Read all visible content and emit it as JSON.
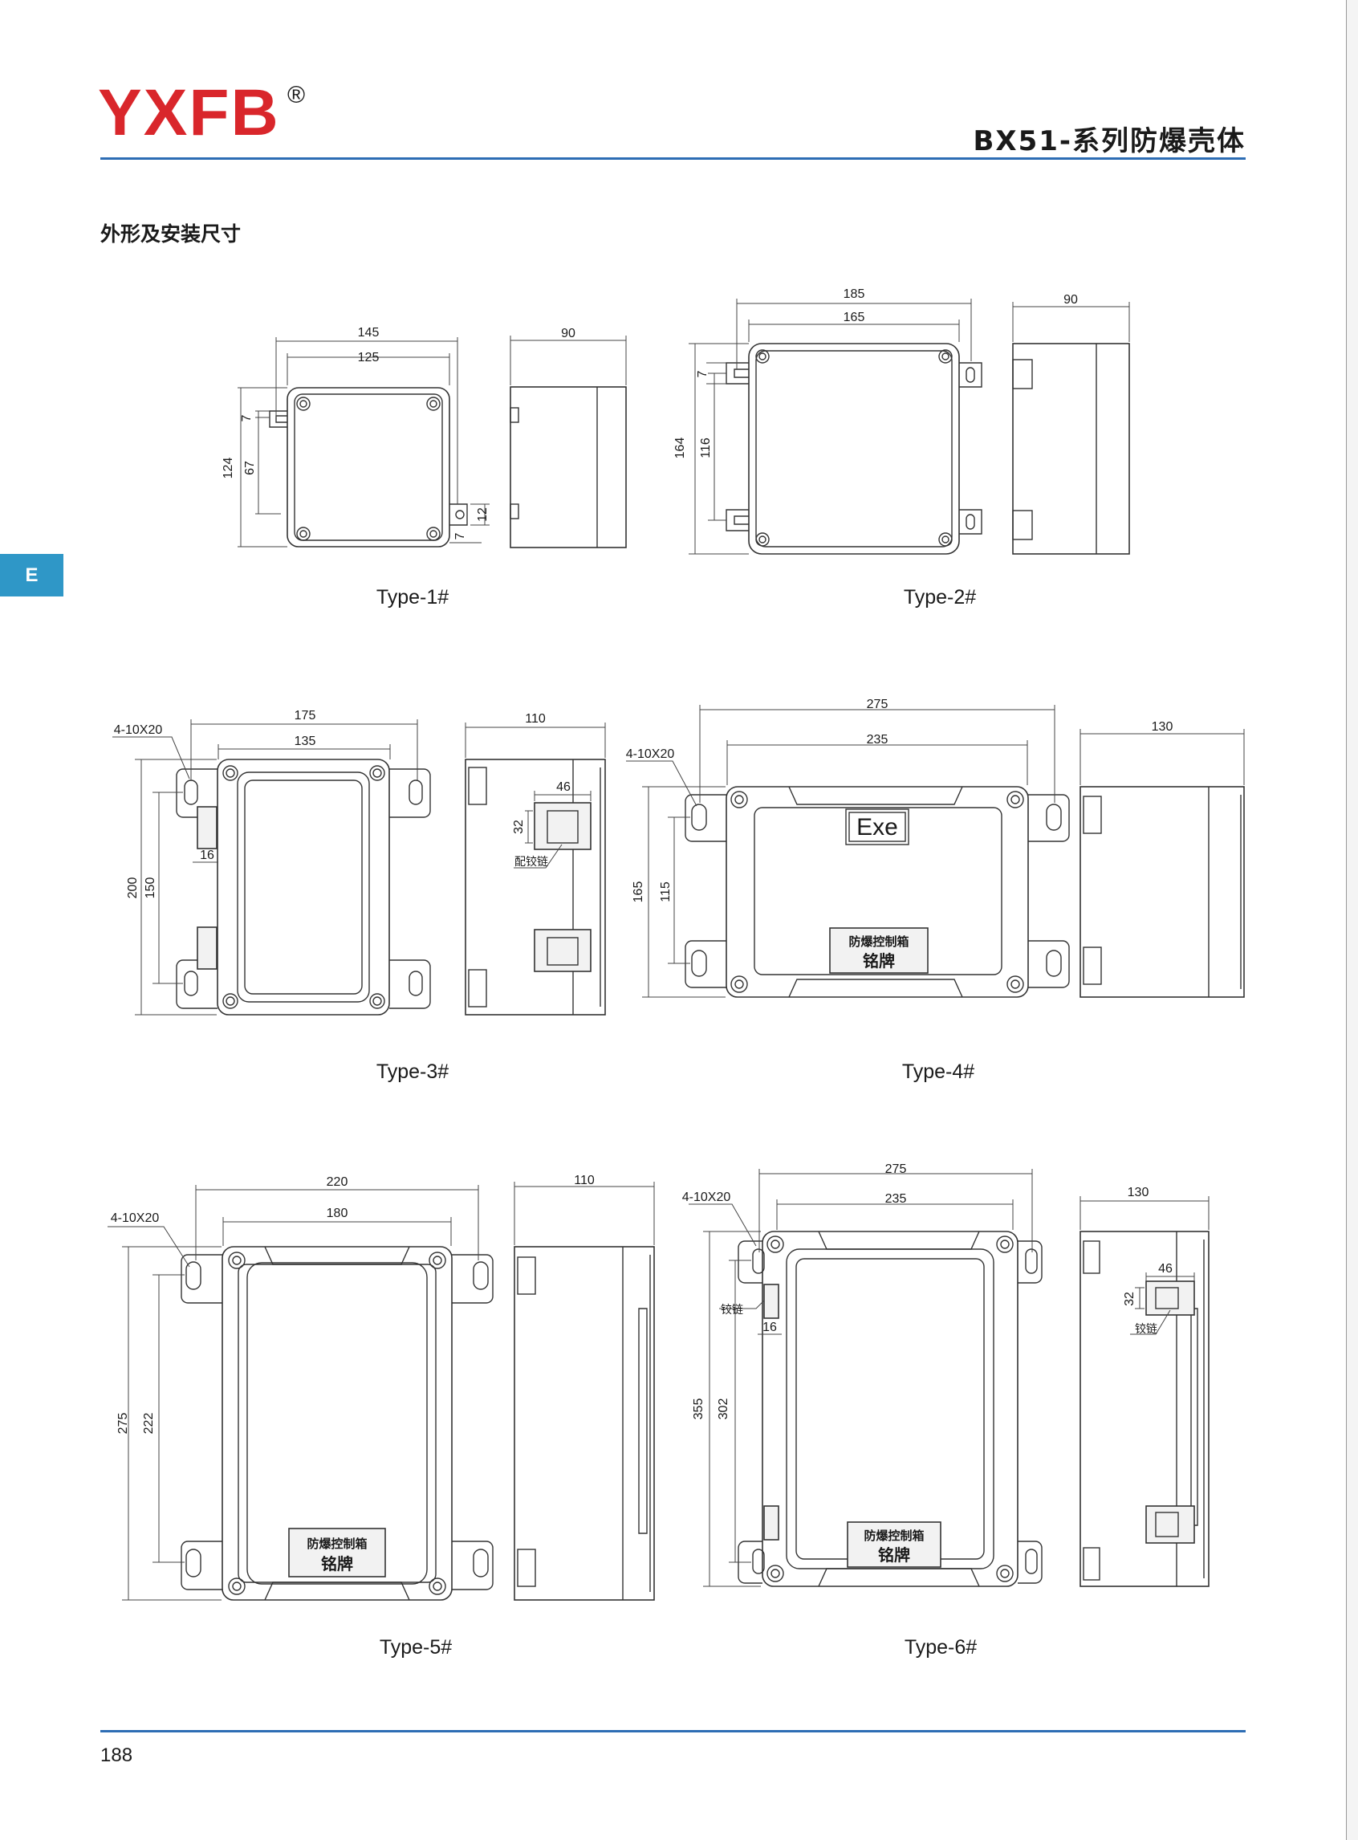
{
  "header": {
    "logo": "YXFB",
    "registered": "®",
    "series_title": "BX51-系列防爆壳体"
  },
  "section_title": "外形及安装尺寸",
  "side_tab": "E",
  "page_number": "188",
  "types": [
    {
      "caption": "Type-1#",
      "dims": {
        "width_outer": "145",
        "width_inner": "125",
        "depth": "90",
        "height": "124",
        "hole_pitch": "67",
        "slot": "7",
        "slot2": "12",
        "slot3": "7"
      }
    },
    {
      "caption": "Type-2#",
      "dims": {
        "width_outer": "185",
        "width_inner": "165",
        "depth": "90",
        "height": "164",
        "hole_pitch": "116",
        "slot": "7"
      }
    },
    {
      "caption": "Type-3#",
      "dims": {
        "holes": "4-10X20",
        "width_outer": "175",
        "width_inner": "135",
        "depth": "110",
        "hinge_w": "46",
        "hinge_h": "32",
        "hinge_note": "配铰链",
        "hinge_off": "16",
        "height": "200",
        "hole_pitch": "150"
      }
    },
    {
      "caption": "Type-4#",
      "dims": {
        "holes": "4-10X20",
        "width_outer": "275",
        "width_inner": "235",
        "depth": "130",
        "height": "165",
        "hole_pitch": "115",
        "mark": "Exe",
        "plate_1": "防爆控制箱",
        "plate_2": "铭牌"
      }
    },
    {
      "caption": "Type-5#",
      "dims": {
        "holes": "4-10X20",
        "width_outer": "220",
        "width_inner": "180",
        "depth": "110",
        "height": "275",
        "hole_pitch": "222",
        "plate_1": "防爆控制箱",
        "plate_2": "铭牌"
      }
    },
    {
      "caption": "Type-6#",
      "dims": {
        "holes": "4-10X20",
        "width_outer": "275",
        "width_inner": "235",
        "depth": "130",
        "hinge_w": "46",
        "hinge_h": "32",
        "hinge_note": "铰链",
        "hinge_note_front": "铰链",
        "hinge_off": "16",
        "height": "355",
        "hole_pitch": "302",
        "plate_1": "防爆控制箱",
        "plate_2": "铭牌"
      }
    }
  ]
}
